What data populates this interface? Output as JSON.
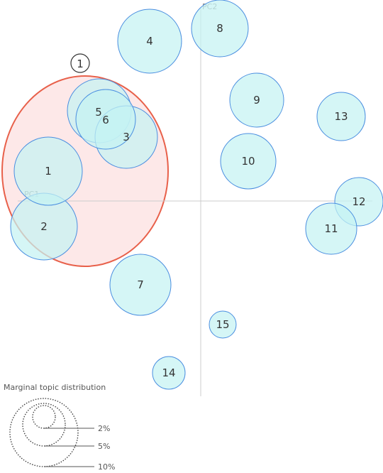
{
  "chart_data": {
    "type": "scatter",
    "subtype": "intertopic-distance-map",
    "axes": {
      "x_label": "PC1",
      "y_label": "PC2",
      "grid": false
    },
    "topics": [
      {
        "label": "1"
      },
      {
        "label": "2"
      },
      {
        "label": "3"
      },
      {
        "label": "4"
      },
      {
        "label": "5"
      },
      {
        "label": "6"
      },
      {
        "label": "7"
      },
      {
        "label": "8"
      },
      {
        "label": "9"
      },
      {
        "label": "10"
      },
      {
        "label": "11"
      },
      {
        "label": "12"
      },
      {
        "label": "13"
      },
      {
        "label": "14"
      },
      {
        "label": "15"
      }
    ],
    "cluster": {
      "label": "1"
    },
    "legend": {
      "title": "Marginal topic distribution",
      "entries": [
        "2%",
        "5%",
        "10%"
      ]
    }
  },
  "colors": {
    "bubble_fill": "#c5f3f3",
    "bubble_stroke": "#4a8ee0",
    "cluster_fill": "#fde8e8",
    "cluster_stroke": "#e8604a",
    "axis": "#cccccc",
    "text": "#333333",
    "legend_text": "#555555"
  }
}
